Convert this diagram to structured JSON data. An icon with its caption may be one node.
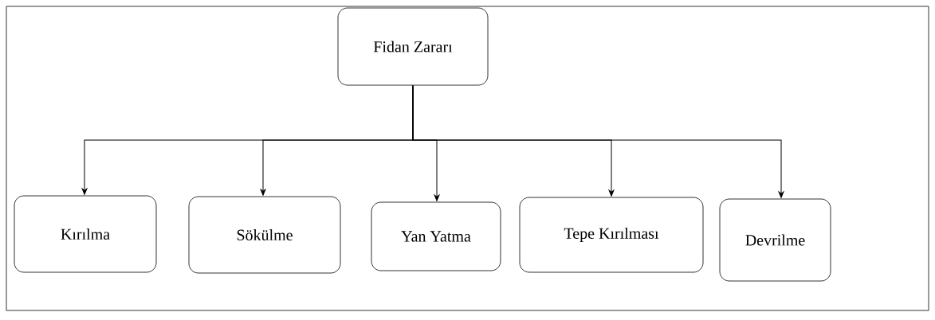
{
  "diagram": {
    "nodes": [
      {
        "text": [
          "Fidan Zararı"
        ]
      },
      {
        "text": [
          "Kırılma"
        ]
      },
      {
        "text": [
          "Sökülme"
        ]
      },
      {
        "text": [
          "Yan Yatma"
        ]
      },
      {
        "text": [
          "Tepe Kırılması"
        ]
      },
      {
        "text": [
          "Devrilme"
        ]
      }
    ],
    "edges": [
      {
        "from": 0,
        "to": 1,
        "arrow": "to"
      },
      {
        "from": 0,
        "to": 2,
        "arrow": "to"
      },
      {
        "from": 0,
        "to": 3,
        "arrow": "to"
      },
      {
        "from": 0,
        "to": 4,
        "arrow": "to"
      },
      {
        "from": 0,
        "to": 5,
        "arrow": "to"
      }
    ]
  }
}
